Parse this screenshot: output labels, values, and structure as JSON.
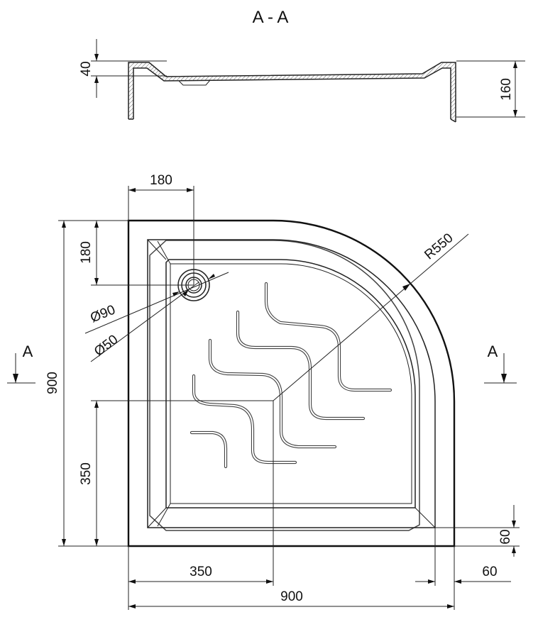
{
  "section": {
    "title": "A - A",
    "marker_left": "A",
    "marker_right": "A"
  },
  "dimensions": {
    "rim_height": "40",
    "total_height": "160",
    "drain_offset_x": "180",
    "drain_offset_y": "180",
    "outer_diameter": "Ø90",
    "inner_diameter": "Ø50",
    "radius": "R550",
    "depth": "900",
    "center_y": "350",
    "center_x": "350",
    "width": "900",
    "side_offset": "60",
    "bottom_offset": "60"
  }
}
